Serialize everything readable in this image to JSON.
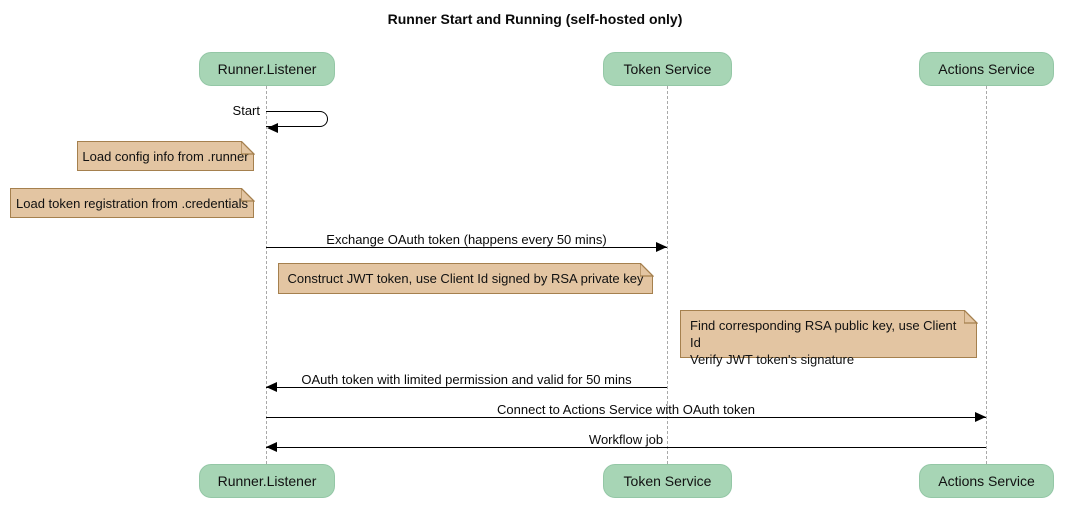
{
  "diagram": {
    "type": "sequence",
    "title": "Runner Start and Running (self-hosted only)"
  },
  "participants": [
    {
      "name": "Runner.Listener"
    },
    {
      "name": "Token Service"
    },
    {
      "name": "Actions Service"
    }
  ],
  "messages": [
    {
      "label": "Start",
      "from": "Runner.Listener",
      "to": "Runner.Listener",
      "style": "self"
    },
    {
      "label": "Exchange OAuth token (happens every 50 mins)",
      "from": "Runner.Listener",
      "to": "Token Service"
    },
    {
      "label": "OAuth token with limited permission and valid for 50 mins",
      "from": "Token Service",
      "to": "Runner.Listener"
    },
    {
      "label": "Connect to Actions Service with OAuth token",
      "from": "Runner.Listener",
      "to": "Actions Service"
    },
    {
      "label": "Workflow job",
      "from": "Actions Service",
      "to": "Runner.Listener"
    }
  ],
  "notes": [
    {
      "text": "Load config info from .runner"
    },
    {
      "text": "Load token registration from .credentials"
    },
    {
      "text": "Construct JWT token, use Client Id signed by RSA private key"
    },
    {
      "text": "Find corresponding RSA public key, use Client Id\nVerify JWT token's signature"
    }
  ],
  "colors": {
    "participant-fill": "#A7D5B5",
    "participant-border": "#94C7A6",
    "note-fill": "#E3C5A2",
    "note-border": "#A5804E",
    "lifeline": "#A9A9A9",
    "line": "#000000",
    "background": "#FFFFFF"
  }
}
